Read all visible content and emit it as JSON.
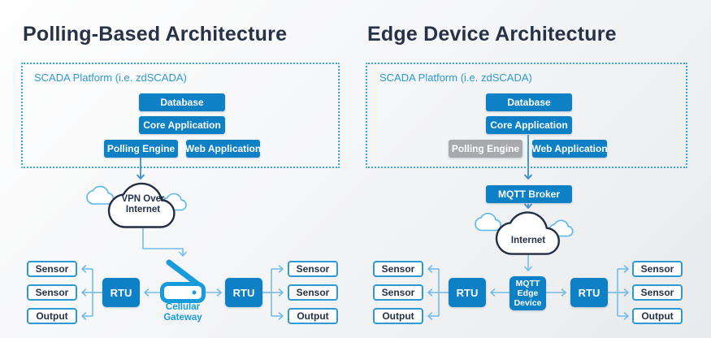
{
  "colors": {
    "title_navy": "#273247",
    "button_blue": "#0e81c6",
    "disabled_gray": "#a8a9ad",
    "accent_blue": "#2e9ad3",
    "gateway_blue": "#189bda",
    "connector_light": "#74bce8",
    "connector_dark": "#3d8fcd",
    "dotted_border_blue": "#3ea2da",
    "cloud_outline_navy": "#232e42"
  },
  "polling_architecture": {
    "title": "Polling-Based Architecture",
    "platform": {
      "label": "SCADA Platform (i.e. zdSCADA)",
      "database_label": "Database",
      "core_application_label": "Core Application",
      "polling_engine_label": "Polling Engine",
      "polling_engine_enabled": true,
      "web_application_label": "Web Application"
    },
    "cloud_label_line1": "VPN Over",
    "cloud_label_line2": "Internet",
    "gateway_label_line1": "Cellular",
    "gateway_label_line2": "Gateway",
    "rtu_left_label": "RTU",
    "rtu_right_label": "RTU",
    "io_left": [
      "Sensor",
      "Sensor",
      "Output"
    ],
    "io_right": [
      "Sensor",
      "Sensor",
      "Output"
    ]
  },
  "edge_architecture": {
    "title": "Edge Device Architecture",
    "platform": {
      "label": "SCADA Platform (i.e. zdSCADA)",
      "database_label": "Database",
      "core_application_label": "Core Application",
      "polling_engine_label": "Polling Engine",
      "polling_engine_enabled": false,
      "web_application_label": "Web Application"
    },
    "mqtt_broker_label": "MQTT Broker",
    "cloud_label": "Internet",
    "edge_device_label_line1": "MQTT",
    "edge_device_label_line2": "Edge",
    "edge_device_label_line3": "Device",
    "rtu_left_label": "RTU",
    "rtu_right_label": "RTU",
    "io_left": [
      "Sensor",
      "Sensor",
      "Output"
    ],
    "io_right": [
      "Sensor",
      "Sensor",
      "Output"
    ]
  }
}
